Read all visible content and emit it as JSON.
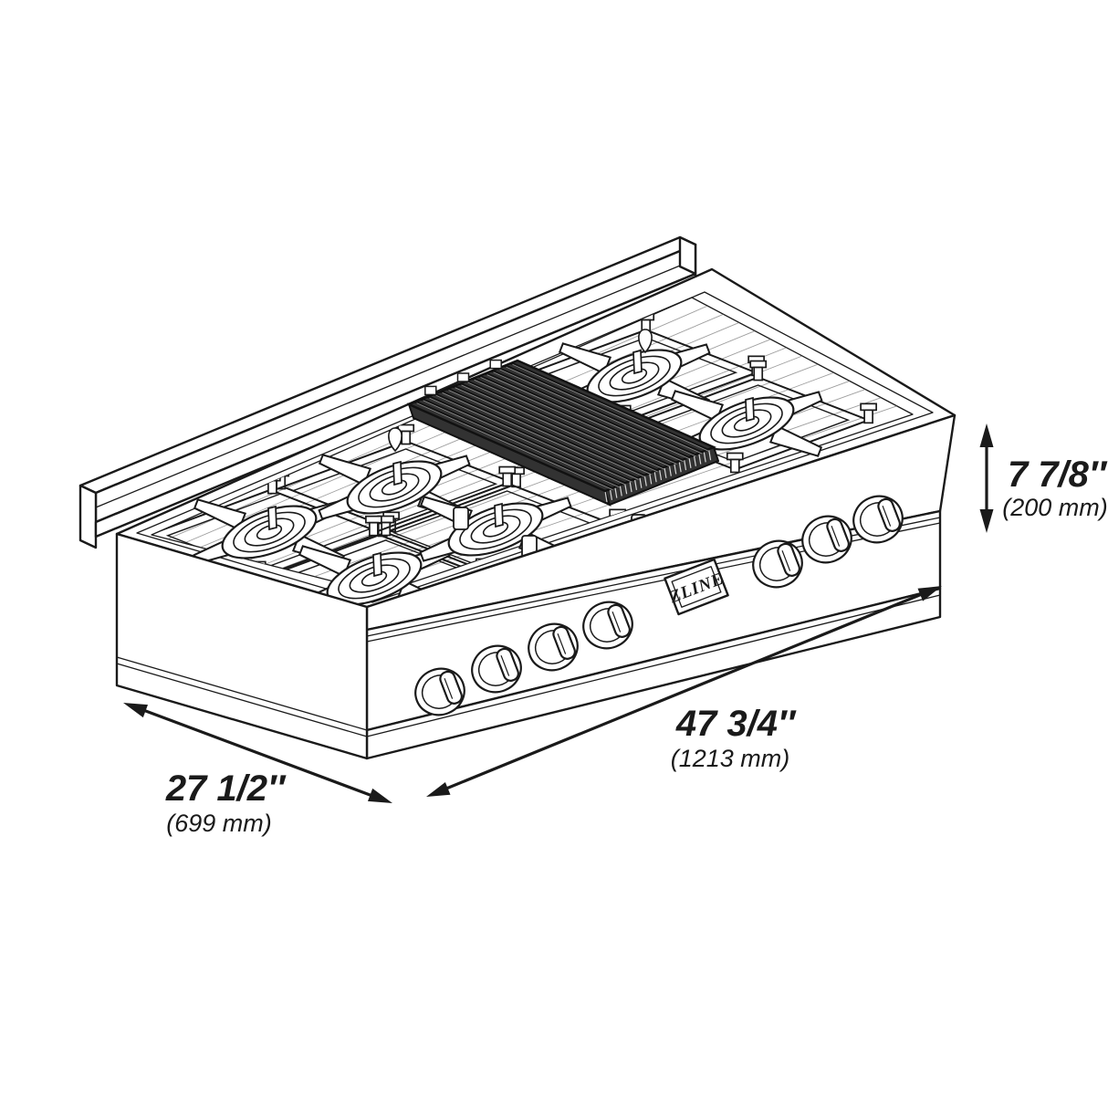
{
  "brand": "ZLINE",
  "dimensions": {
    "width": {
      "imperial": "47 3/4″",
      "metric": "(1213 mm)"
    },
    "depth": {
      "imperial": "27 1/2″",
      "metric": "(699 mm)"
    },
    "height": {
      "imperial": "7 7/8″",
      "metric": "(200 mm)"
    }
  },
  "colors": {
    "line": "#1a1a1a",
    "background": "#ffffff",
    "griddle_dark": "#323232",
    "griddle_groove": "#101010",
    "griddle_highlight": "#8a8a8a"
  }
}
